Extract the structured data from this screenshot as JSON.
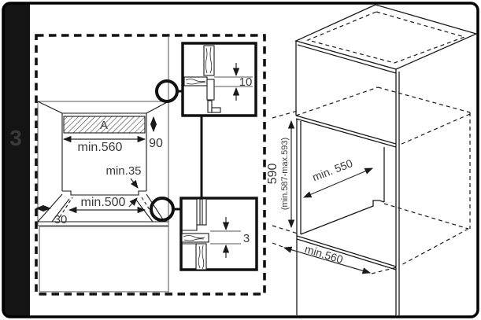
{
  "colors": {
    "frame": "#000000",
    "line": "#1a1a1a",
    "thin_line": "#555555",
    "label": "#3a3a3a",
    "sidebar_bg": "#141414",
    "sidebar_text": "#ffffff",
    "background": "#ffffff"
  },
  "sidebar": {
    "step_number": "3"
  },
  "front_view": {
    "area_label": "A",
    "top_width": "min.560",
    "strip_height": "90",
    "corner_clearance": "min.35",
    "bottom_width": "min.500",
    "side_clearance": "30"
  },
  "detail_top": {
    "gap": "10"
  },
  "detail_bottom": {
    "gap": "3"
  },
  "isometric": {
    "niche_height": "590",
    "niche_height_range": "(min.587-max.593)",
    "niche_depth": "min. 550",
    "niche_width": "min.560"
  }
}
